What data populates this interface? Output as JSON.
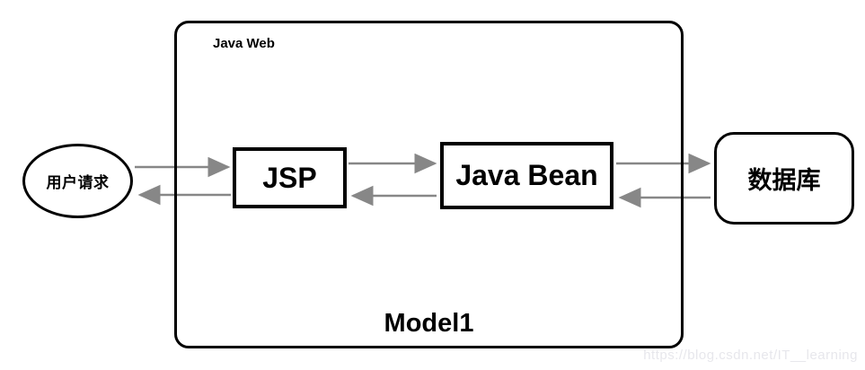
{
  "diagram": {
    "container": {
      "label": "Java Web",
      "caption": "Model1"
    },
    "nodes": {
      "user_request": {
        "label": "用户请求",
        "shape": "ellipse"
      },
      "jsp": {
        "label": "JSP",
        "shape": "rectangle"
      },
      "java_bean": {
        "label": "Java Bean",
        "shape": "rectangle"
      },
      "database": {
        "label": "数据库",
        "shape": "rounded-rectangle"
      }
    },
    "edges": [
      {
        "from": "user_request",
        "to": "jsp"
      },
      {
        "from": "jsp",
        "to": "user_request"
      },
      {
        "from": "jsp",
        "to": "java_bean"
      },
      {
        "from": "java_bean",
        "to": "jsp"
      },
      {
        "from": "java_bean",
        "to": "database"
      },
      {
        "from": "database",
        "to": "java_bean"
      }
    ],
    "colors": {
      "node_border": "#000000",
      "node_text": "#000000",
      "arrow": "#878787",
      "background": "#ffffff",
      "watermark_text": "#e7e7ec"
    }
  },
  "watermark": {
    "text": "https://blog.csdn.net/IT__learning"
  }
}
